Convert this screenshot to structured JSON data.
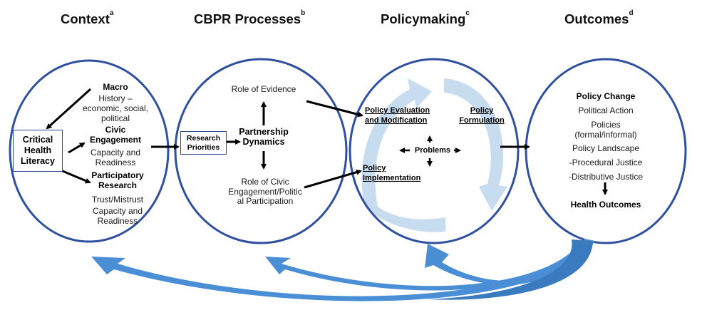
{
  "headers": [
    {
      "title": "Context",
      "note": "a"
    },
    {
      "title": "CBPR Processes",
      "note": "b"
    },
    {
      "title": "Policymaking",
      "note": "c"
    },
    {
      "title": "Outcomes",
      "note": "d"
    }
  ],
  "colors": {
    "circle_stroke": "#2f4f9f",
    "cycle_arrow": "#c7dcef",
    "feedback_arrow": "#4a8fd6",
    "feedback_arrow_dark": "#3a7bbf",
    "connector": "#000000"
  },
  "context": {
    "box_label": [
      "Critical",
      "Health",
      "Literacy"
    ],
    "macro": {
      "title": "Macro",
      "lines": [
        "History –",
        "economic, social,",
        "political"
      ]
    },
    "civic": {
      "title": [
        "Civic",
        "Engagement"
      ],
      "lines": [
        "Capacity and",
        "Readiness"
      ]
    },
    "participatory": {
      "title": [
        "Participatory",
        "Research"
      ],
      "lines": [
        "Trust/Mistrust"
      ],
      "lines2": [
        "Capacity and",
        "Readiness"
      ]
    }
  },
  "cbpr": {
    "box_label": [
      "Research",
      "Priorities"
    ],
    "center": [
      "Partnership",
      "Dynamics"
    ],
    "top": "Role of Evidence",
    "bottom": [
      "Role of Civic",
      "Engagement/Politic",
      "al Participation"
    ]
  },
  "policymaking": {
    "evaluation": [
      "Policy Evaluation",
      "and Modification"
    ],
    "formulation": [
      "Policy",
      "Formulation"
    ],
    "implementation": [
      "Policy",
      "Implementation"
    ],
    "center": "Problems"
  },
  "outcomes": {
    "policy_change": "Policy Change",
    "political_action": "Political Action",
    "policies": [
      "Policies",
      "(formal/informal)"
    ],
    "landscape": "Policy Landscape",
    "procedural": "-Procedural Justice",
    "distributive": "-Distributive Justice",
    "health": "Health Outcomes"
  }
}
